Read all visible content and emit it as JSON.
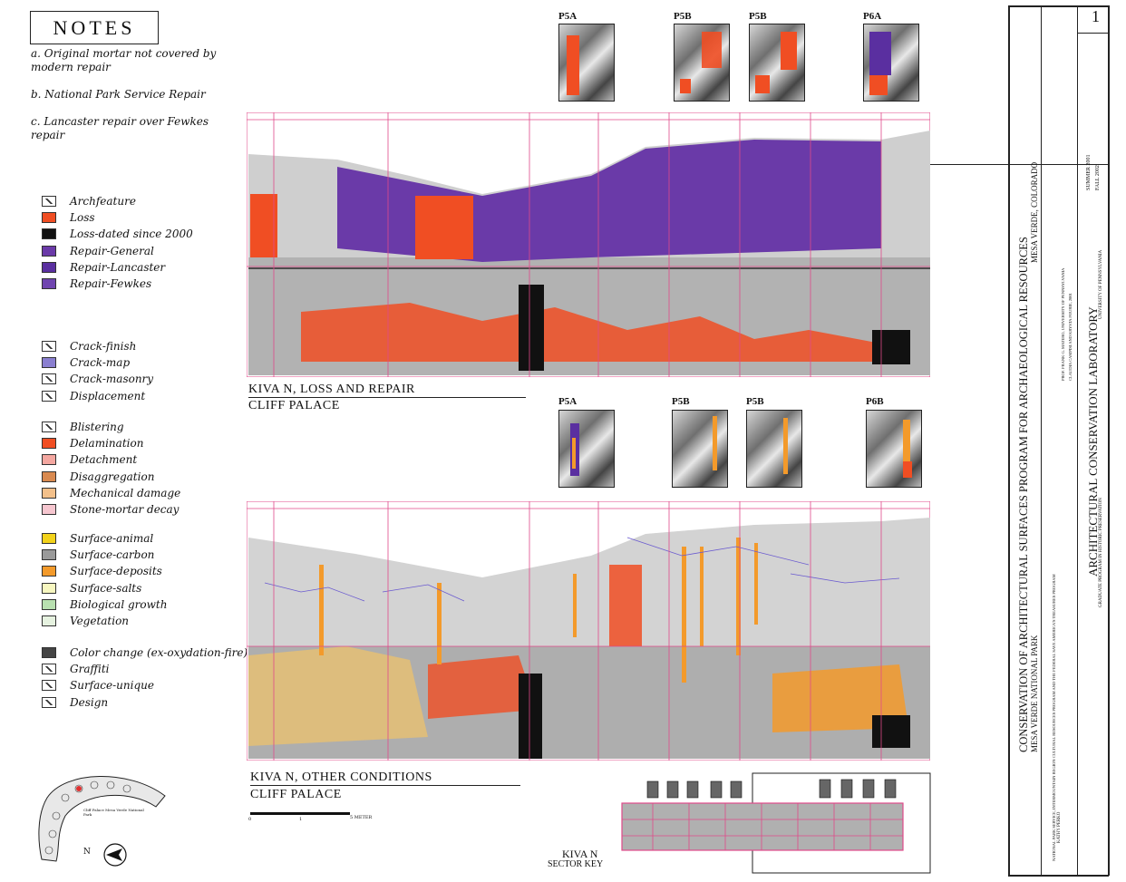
{
  "notes": {
    "title": "NOTES",
    "items": [
      "a. Original mortar not covered by modern repair",
      "b. National Park Service Repair",
      "c. Lancaster repair over Fewkes repair"
    ]
  },
  "legend": {
    "groups": [
      [
        {
          "label": "Archfeature",
          "color": "#ffffff",
          "icon": "archfeature-icon"
        },
        {
          "label": "Loss",
          "color": "#f04e23"
        },
        {
          "label": "Loss-dated since 2000",
          "color": "#111111"
        },
        {
          "label": "Repair-General",
          "color": "#6a3aa8"
        },
        {
          "label": "Repair-Lancaster",
          "color": "#5a2fa0"
        },
        {
          "label": "Repair-Fewkes",
          "color": "#7045b0"
        }
      ],
      [
        {
          "label": "Crack-finish",
          "color": "#ffffff",
          "icon": "crack-finish-icon"
        },
        {
          "label": "Crack-map",
          "color": "#8a7fd0"
        },
        {
          "label": "Crack-masonry",
          "color": "#ffffff",
          "icon": "crack-masonry-icon"
        },
        {
          "label": "Displacement",
          "color": "#ffffff",
          "icon": "displacement-icon"
        }
      ],
      [
        {
          "label": "Blistering",
          "color": "#f6b0a0",
          "icon": "blistering-icon"
        },
        {
          "label": "Delamination",
          "color": "#f04e23"
        },
        {
          "label": "Detachment",
          "color": "#f4a7a0"
        },
        {
          "label": "Disaggregation",
          "color": "#d98a50"
        },
        {
          "label": "Mechanical damage",
          "color": "#f3c08a"
        },
        {
          "label": "Stone-mortar decay",
          "color": "#f6c6cf"
        }
      ],
      [
        {
          "label": "Surface-animal",
          "color": "#f2d21a"
        },
        {
          "label": "Surface-carbon",
          "color": "#9a9a9a"
        },
        {
          "label": "Surface-deposits",
          "color": "#f39a2b"
        },
        {
          "label": "Surface-salts",
          "color": "#f7f7c0"
        },
        {
          "label": "Biological growth",
          "color": "#b8e0b0"
        },
        {
          "label": "Vegetation",
          "color": "#e6f2e0"
        }
      ],
      [
        {
          "label": "Color change (ex-oxydation-fire)",
          "color": "#444444"
        },
        {
          "label": "Graffiti",
          "color": "#ffffff",
          "icon": "graffiti-icon"
        },
        {
          "label": "Surface-unique",
          "color": "#ffffff",
          "icon": "surface-unique-icon"
        },
        {
          "label": "Design",
          "color": "#ffffff",
          "icon": "design-icon"
        }
      ]
    ]
  },
  "panels": {
    "top": {
      "photo_labels": [
        "P5A",
        "P5B",
        "P5B",
        "P6A"
      ],
      "title_line1": "KIVA N, LOSS AND REPAIR",
      "title_line2": "CLIFF PALACE"
    },
    "bottom": {
      "photo_labels": [
        "P5A",
        "P5B",
        "P5B",
        "P6B"
      ],
      "title_line1": "KIVA N, OTHER CONDITIONS",
      "title_line2": "CLIFF PALACE"
    }
  },
  "scale_bar": {
    "left": "0",
    "mid": "1",
    "right": "5 METER"
  },
  "locator": {
    "caption": "Cliff Palace Mesa Verde National Park",
    "north": "N"
  },
  "sector_key": {
    "line1": "KIVA N",
    "line2": "SECTOR KEY"
  },
  "title_block": {
    "project_line1": "CONSERVATION OF ARCHITECTURAL SURFACES PROGRAM FOR ARCHAEOLOGICAL RESOURCES",
    "project_line2": "MESA VERDE NATIONAL PARK",
    "location": "MESA VERDE, COLORADO",
    "lab": "ARCHITECTURAL CONSERVATION LABORATORY",
    "program": "GRADUATE PROGRAM IN HISTORIC PRESERVATION",
    "university": "UNIVERSITY OF PENNSYLVANIA",
    "sponsor": "NATIONAL PARK SERVICE, INTERMOUNTAIN REGION CULTURAL RESOURCES PROGRAM AND THE FEDERAL SAVE AMERICA'S TREASURES PROGRAM",
    "director": "PROF. FRANK G. MATERO, UNIVERSITY OF PENNSYLVANIA",
    "team": "CLAUDIA CAMPISI AND KRYSTA FOURIE, 2001",
    "drawn_by": "KATHY PERKO",
    "date1": "SUMMER 2001",
    "date2": "FALL 2002",
    "sheet": "1"
  }
}
